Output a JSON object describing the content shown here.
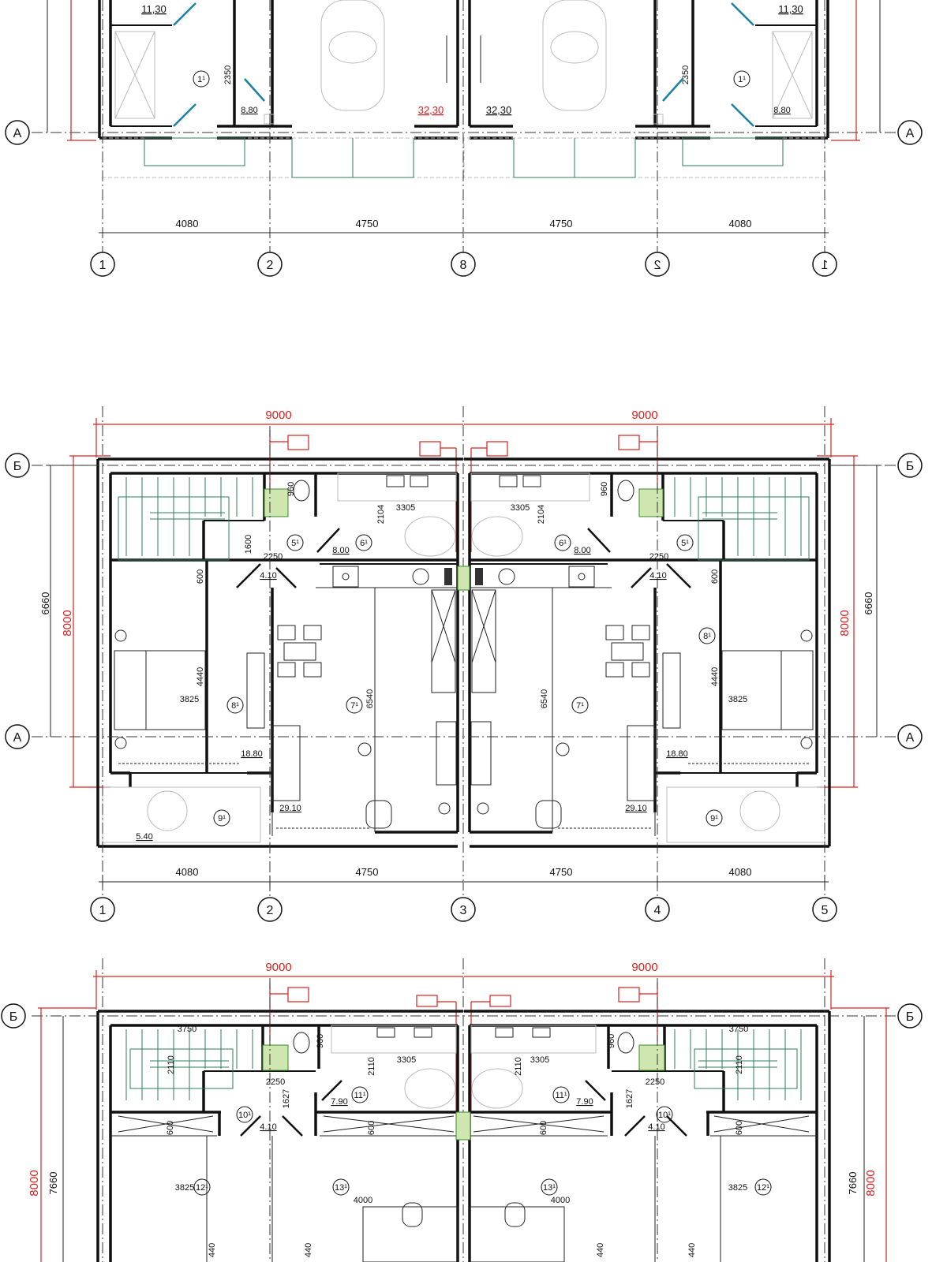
{
  "top_plan": {
    "axis_row": [
      "А",
      "А"
    ],
    "dimensions": [
      "4080",
      "4750",
      "4750",
      "4080"
    ],
    "axes": [
      "1",
      "2",
      "8",
      "2",
      "1"
    ],
    "labels": [
      "11,30",
      "1¹",
      "2350",
      "8,80",
      "32,30",
      "32,30",
      "11,30",
      "1¹",
      "2350",
      "8,80"
    ]
  },
  "first_floor": {
    "overall": [
      "9000",
      "9000"
    ],
    "axis_rows": [
      "Б",
      "Б",
      "А",
      "А"
    ],
    "vertical_dims": [
      "6660",
      "8000",
      "8000",
      "6660"
    ],
    "dimensions": [
      "4080",
      "4750",
      "4750",
      "4080"
    ],
    "axes": [
      "1",
      "2",
      "3",
      "4",
      "5"
    ],
    "labels_left": [
      "960",
      "2104",
      "3305",
      "5¹",
      "6¹",
      "8.00",
      "1600",
      "2250",
      "600",
      "4.10",
      "8¹",
      "3825",
      "4440",
      "7¹",
      "6540",
      "18.80",
      "29.10",
      "9¹",
      "5.40"
    ],
    "labels_right": [
      "3305",
      "2104",
      "960",
      "6¹",
      "8.00",
      "5¹",
      "2250",
      "4.10",
      "600",
      "8¹",
      "4440",
      "3825",
      "7¹",
      "6540",
      "18.80",
      "29.10",
      "9¹"
    ]
  },
  "second_floor": {
    "overall": [
      "9000",
      "9000"
    ],
    "axis_rows": [
      "Б",
      "Б"
    ],
    "vertical_dims": [
      "8000",
      "7660",
      "7660",
      "8000"
    ],
    "labels_left": [
      "3750",
      "2110",
      "960",
      "2110",
      "3305",
      "2250",
      "1627",
      "10¹",
      "11¹",
      "7.90",
      "4.10",
      "600",
      "600",
      "3825",
      "12¹",
      "13¹",
      "4000",
      "440",
      "440"
    ],
    "labels_right": [
      "3305",
      "2110",
      "960",
      "2250",
      "1627",
      "11¹",
      "7.90",
      "10¹",
      "4.10",
      "600",
      "2110",
      "3750",
      "600",
      "13¹",
      "4000",
      "3825",
      "12¹",
      "440",
      "440"
    ]
  }
}
